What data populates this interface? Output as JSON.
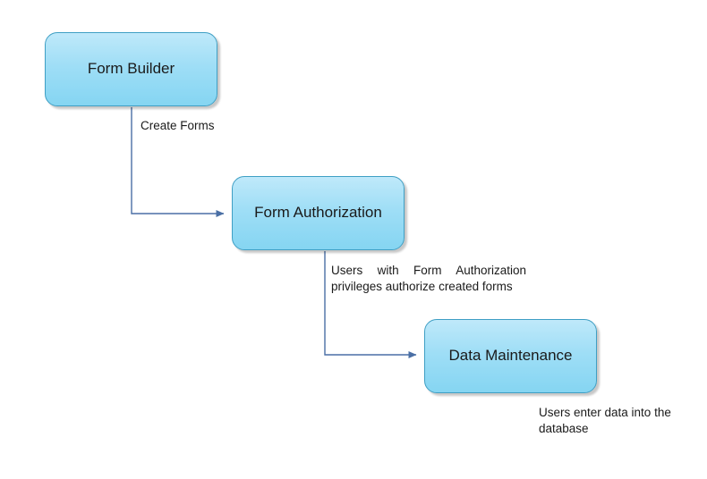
{
  "diagram": {
    "type": "flowchart",
    "title": "",
    "nodes": [
      {
        "id": "form-builder",
        "label": "Form Builder"
      },
      {
        "id": "form-authorization",
        "label": "Form Authorization"
      },
      {
        "id": "data-maintenance",
        "label": "Data Maintenance"
      }
    ],
    "edges": [
      {
        "id": "create-forms",
        "from": "form-builder",
        "to": "form-authorization",
        "label": "Create Forms"
      },
      {
        "id": "users-authorize",
        "from": "form-authorization",
        "to": "data-maintenance",
        "label": "Users with Form Authorization privileges authorize created forms"
      }
    ],
    "annotations": [
      {
        "id": "users-enter-data",
        "attached_to": "data-maintenance",
        "label": "Users enter data into the database"
      }
    ],
    "colors": {
      "node_fill_top": "#bfe9fa",
      "node_fill_bottom": "#85d5f2",
      "node_border": "#3f9fc4",
      "connector": "#4a6fa5",
      "text": "#1a1a1a",
      "background": "#ffffff"
    }
  }
}
